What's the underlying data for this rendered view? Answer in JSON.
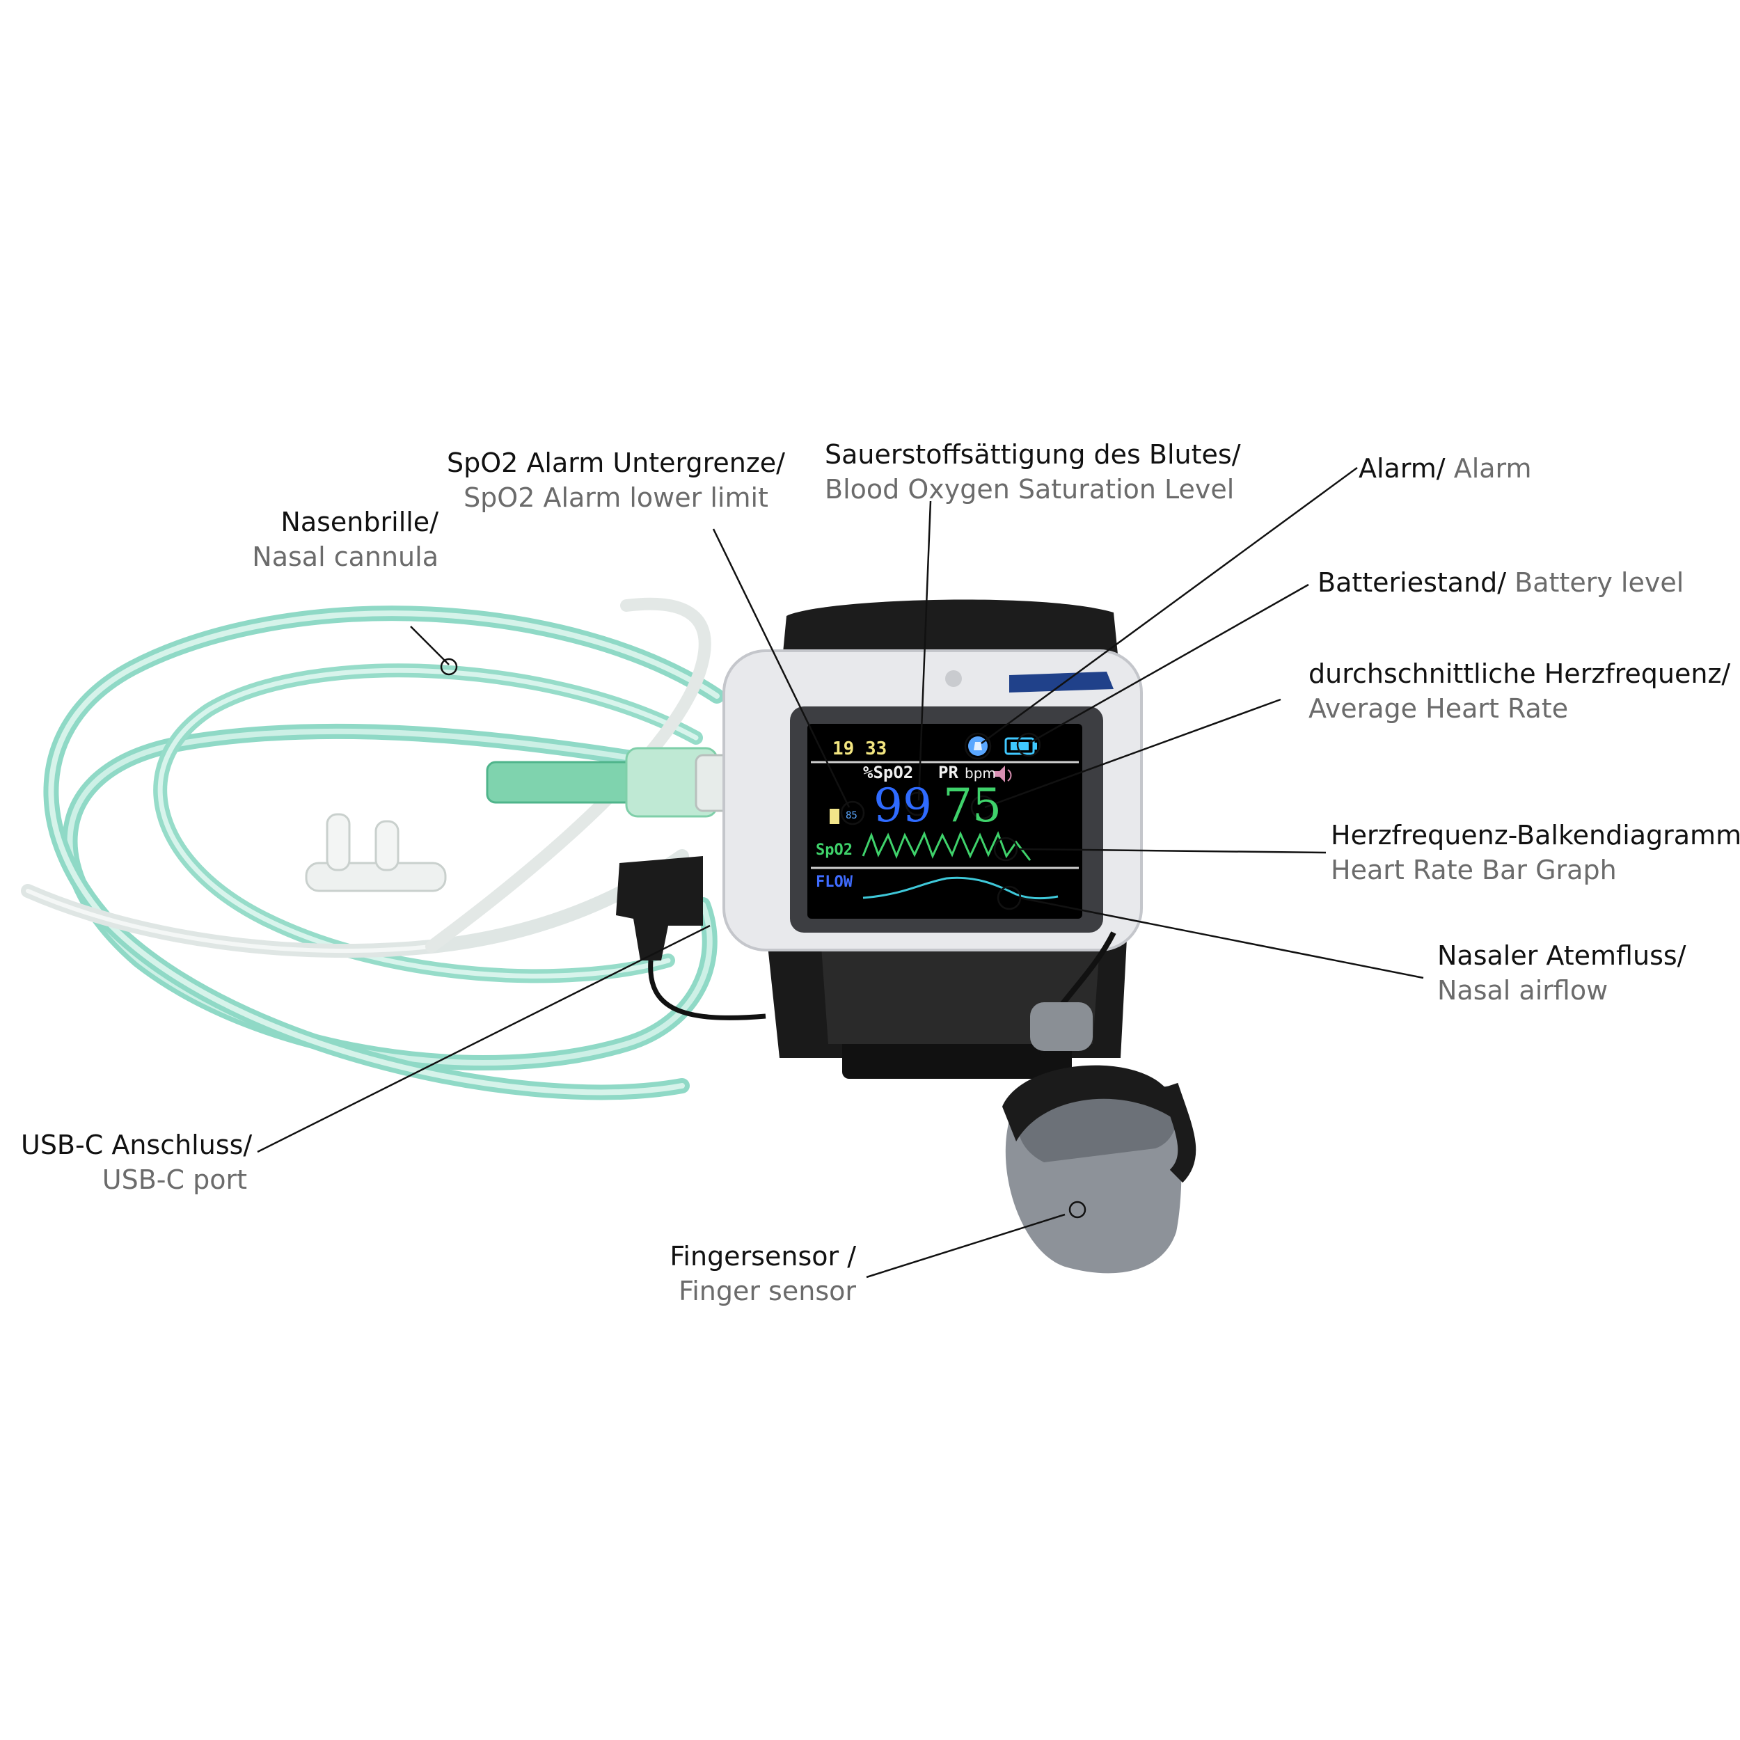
{
  "labels": {
    "alarm_lower": {
      "de": "SpO2 Alarm Untergrenze/",
      "en": "SpO2 Alarm lower limit"
    },
    "saturation": {
      "de": "Sauerstoffsättigung des Blutes/",
      "en": "Blood Oxygen Saturation Level"
    },
    "alarm": {
      "de": "Alarm/",
      "en": " Alarm"
    },
    "nasal_cannula": {
      "de": "Nasenbrille/",
      "en": "Nasal cannula"
    },
    "battery": {
      "de": "Batteriestand/",
      "en": " Battery level"
    },
    "avg_heart_rate": {
      "de": "durchschnittliche Herzfrequenz/",
      "en": "Average Heart Rate"
    },
    "hr_bar_graph": {
      "de": "Herzfrequenz-Balkendiagramm/",
      "en": "Heart Rate Bar Graph"
    },
    "nasal_airflow": {
      "de": "Nasaler Atemfluss/",
      "en": "Nasal airflow"
    },
    "usb_port": {
      "de": "USB-C Anschluss/",
      "en": "USB-C port"
    },
    "finger_sensor": {
      "de": "Fingersensor /",
      "en": "Finger sensor"
    }
  },
  "screen": {
    "time": "19 33",
    "spo2_label": "%SpO2",
    "pr_label": "PR",
    "bpm_label": "bpm",
    "spo2_value": "99",
    "pr_value": "75",
    "alarm_limit": "85",
    "wave_label": "SpO2",
    "flow_label": "FLOW"
  },
  "colors": {
    "spo2_value": "#2f6bff",
    "pr_value": "#3fd26b",
    "screen_bg": "#000000",
    "tube_green": "#7fd6bf",
    "device_body": "#e6e6e8",
    "strap": "#1e1e1e"
  }
}
